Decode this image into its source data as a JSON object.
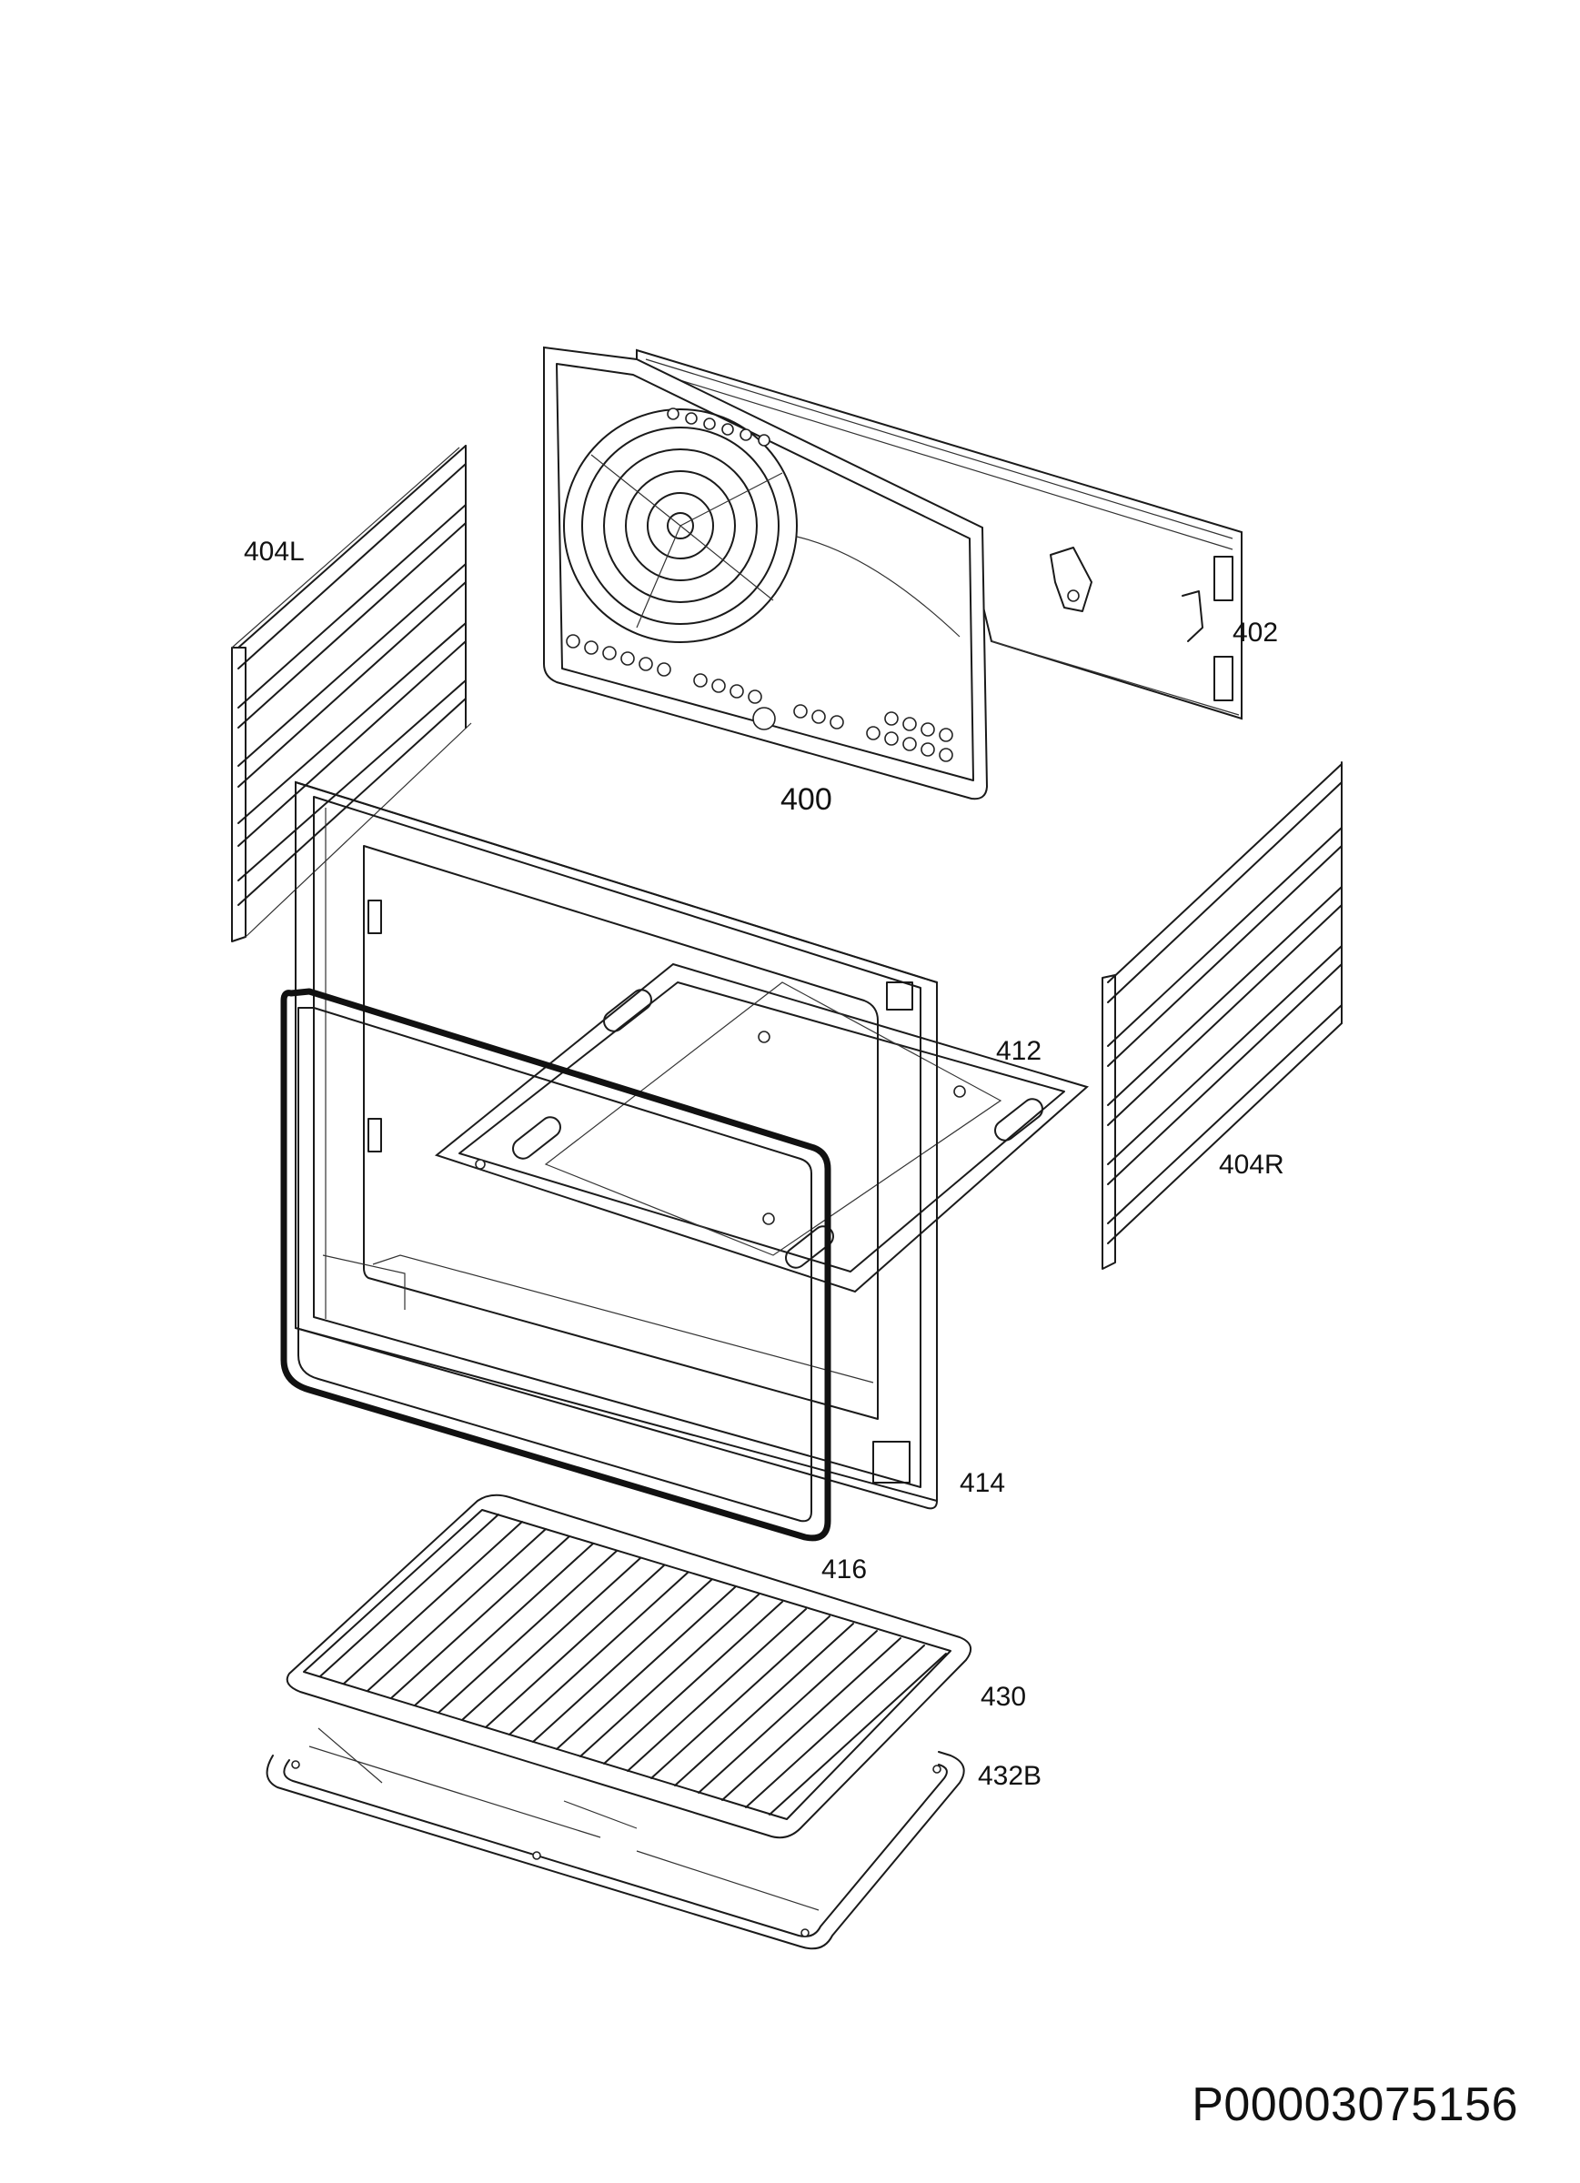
{
  "labels": {
    "p400": "400",
    "p402": "402",
    "p404L": "404L",
    "p404R": "404R",
    "p412": "412",
    "p414": "414",
    "p416": "416",
    "p430": "430",
    "p432B": "432B"
  },
  "document_id": "P00003075156"
}
